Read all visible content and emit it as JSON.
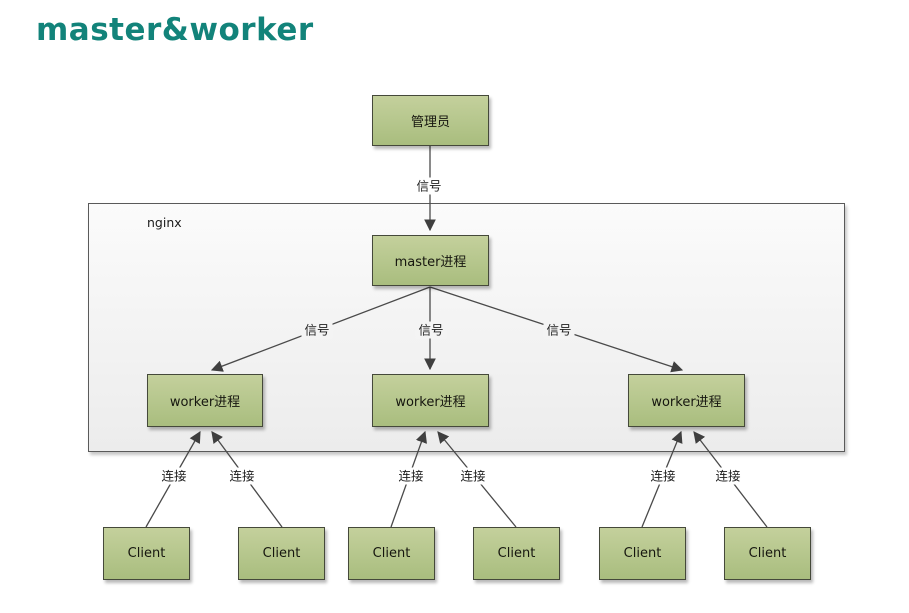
{
  "title": "master&worker",
  "diagram": {
    "container_label": "nginx",
    "nodes": {
      "admin": "管理员",
      "master": "master进程",
      "workers": [
        "worker进程",
        "worker进程",
        "worker进程"
      ],
      "clients": [
        "Client",
        "Client",
        "Client",
        "Client",
        "Client",
        "Client"
      ]
    },
    "edge_labels": {
      "signals": [
        "信号",
        "信号",
        "信号",
        "信号"
      ],
      "connections": [
        "连接",
        "连接",
        "连接",
        "连接",
        "连接",
        "连接"
      ]
    },
    "colors": {
      "title_text": "#12837a",
      "node_fill_top": "#c4d09c",
      "node_fill_bottom": "#a9bd7e",
      "node_border": "#45493a",
      "connector": "#4a4a4a",
      "container_fill": "#f4f4f4",
      "container_border": "#5a5a5a"
    }
  }
}
